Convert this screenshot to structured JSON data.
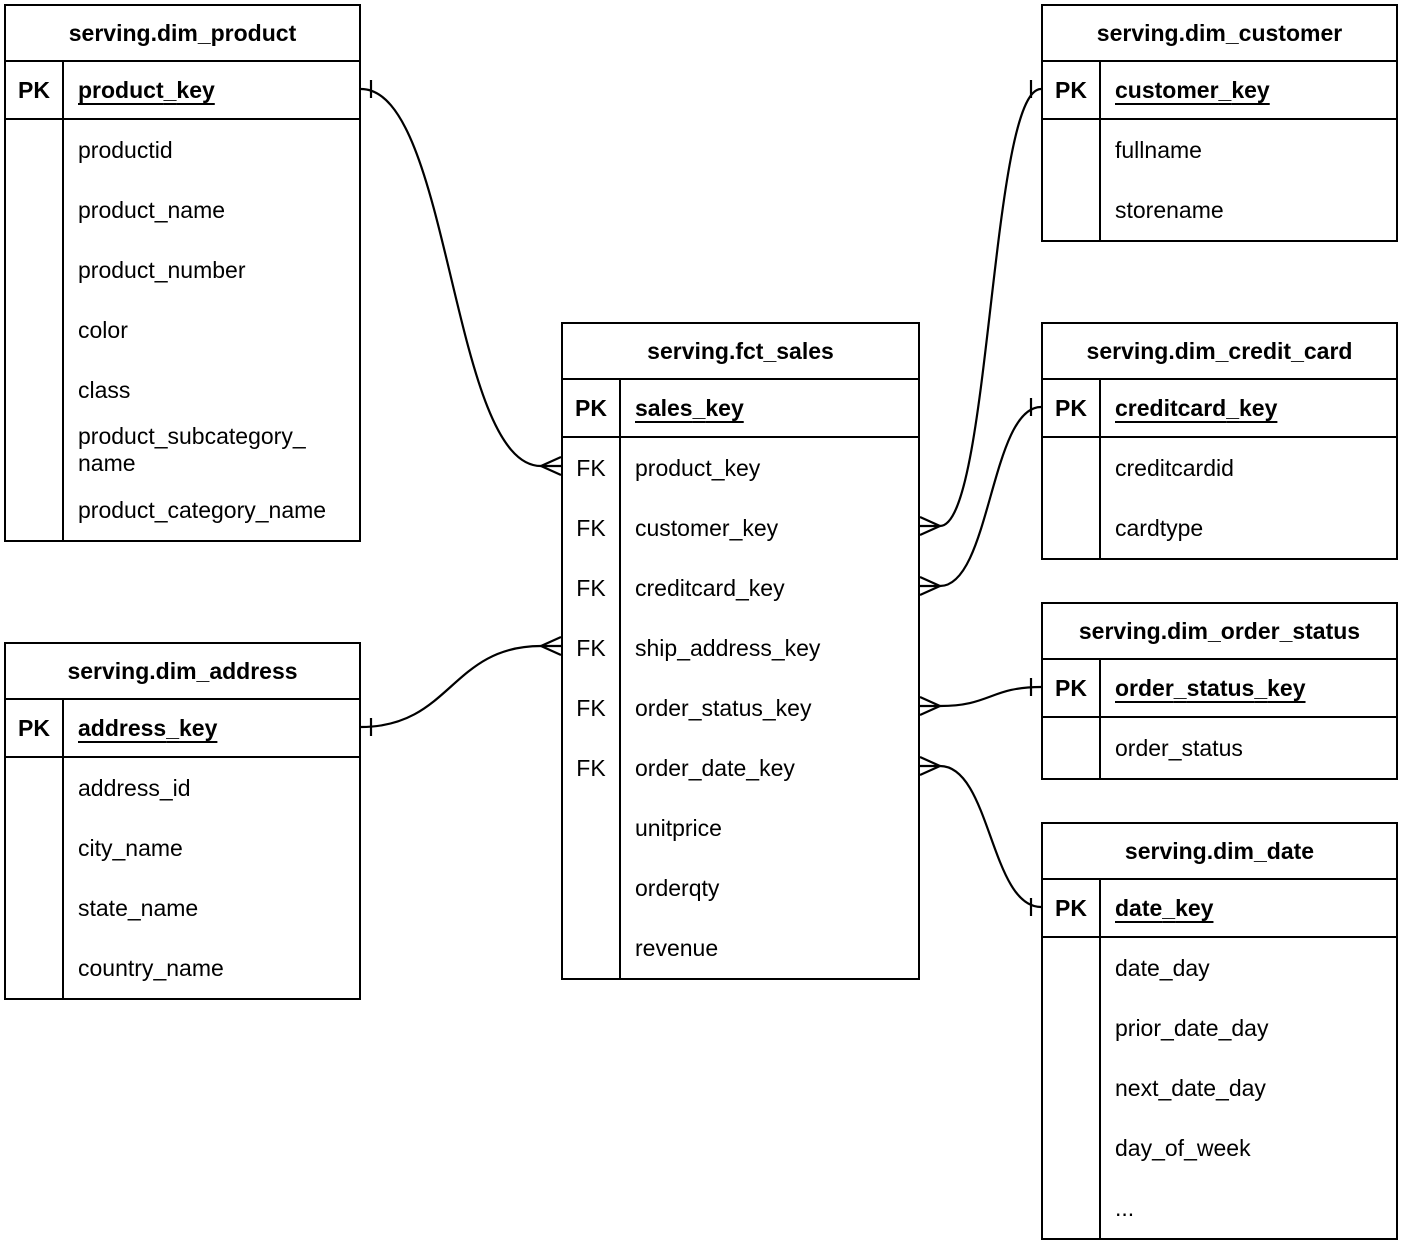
{
  "diagram": {
    "kind": "entity-relationship",
    "notation": "crows-foot",
    "line_color": "#000000",
    "background_color": "#ffffff"
  },
  "tables": [
    {
      "id": "dim_product",
      "title": "serving.dim_product",
      "pk": {
        "badge": "PK",
        "name": "product_key"
      },
      "fields": [
        {
          "badge": "",
          "name": "productid"
        },
        {
          "badge": "",
          "name": "product_name"
        },
        {
          "badge": "",
          "name": "product_number"
        },
        {
          "badge": "",
          "name": "color"
        },
        {
          "badge": "",
          "name": "class"
        },
        {
          "badge": "",
          "name": "product_subcategory_name"
        },
        {
          "badge": "",
          "name": "product_category_name"
        }
      ]
    },
    {
      "id": "dim_customer",
      "title": "serving.dim_customer",
      "pk": {
        "badge": "PK",
        "name": "customer_key"
      },
      "fields": [
        {
          "badge": "",
          "name": "fullname"
        },
        {
          "badge": "",
          "name": "storename"
        }
      ]
    },
    {
      "id": "fct_sales",
      "title": "serving.fct_sales",
      "pk": {
        "badge": "PK",
        "name": "sales_key"
      },
      "fields": [
        {
          "badge": "FK",
          "name": "product_key"
        },
        {
          "badge": "FK",
          "name": "customer_key"
        },
        {
          "badge": "FK",
          "name": "creditcard_key"
        },
        {
          "badge": "FK",
          "name": "ship_address_key"
        },
        {
          "badge": "FK",
          "name": "order_status_key"
        },
        {
          "badge": "FK",
          "name": "order_date_key"
        },
        {
          "badge": "",
          "name": "unitprice"
        },
        {
          "badge": "",
          "name": "orderqty"
        },
        {
          "badge": "",
          "name": "revenue"
        }
      ]
    },
    {
      "id": "dim_credit_card",
      "title": "serving.dim_credit_card",
      "pk": {
        "badge": "PK",
        "name": "creditcard_key"
      },
      "fields": [
        {
          "badge": "",
          "name": "creditcardid"
        },
        {
          "badge": "",
          "name": "cardtype"
        }
      ]
    },
    {
      "id": "dim_order_status",
      "title": "serving.dim_order_status",
      "pk": {
        "badge": "PK",
        "name": "order_status_key"
      },
      "fields": [
        {
          "badge": "",
          "name": "order_status"
        }
      ]
    },
    {
      "id": "dim_date",
      "title": "serving.dim_date",
      "pk": {
        "badge": "PK",
        "name": "date_key"
      },
      "fields": [
        {
          "badge": "",
          "name": "date_day"
        },
        {
          "badge": "",
          "name": "prior_date_day"
        },
        {
          "badge": "",
          "name": "next_date_day"
        },
        {
          "badge": "",
          "name": "day_of_week"
        },
        {
          "badge": "",
          "name": "..."
        }
      ]
    },
    {
      "id": "dim_address",
      "title": "serving.dim_address",
      "pk": {
        "badge": "PK",
        "name": "address_key"
      },
      "fields": [
        {
          "badge": "",
          "name": "address_id"
        },
        {
          "badge": "",
          "name": "city_name"
        },
        {
          "badge": "",
          "name": "state_name"
        },
        {
          "badge": "",
          "name": "country_name"
        }
      ]
    }
  ],
  "relationships": [
    {
      "from_table": "fct_sales",
      "from_field": "product_key",
      "from_cardinality": "many",
      "to_table": "dim_product",
      "to_field": "product_key",
      "to_cardinality": "one"
    },
    {
      "from_table": "fct_sales",
      "from_field": "customer_key",
      "from_cardinality": "many",
      "to_table": "dim_customer",
      "to_field": "customer_key",
      "to_cardinality": "one"
    },
    {
      "from_table": "fct_sales",
      "from_field": "creditcard_key",
      "from_cardinality": "many",
      "to_table": "dim_credit_card",
      "to_field": "creditcard_key",
      "to_cardinality": "one"
    },
    {
      "from_table": "fct_sales",
      "from_field": "ship_address_key",
      "from_cardinality": "many",
      "to_table": "dim_address",
      "to_field": "address_key",
      "to_cardinality": "one"
    },
    {
      "from_table": "fct_sales",
      "from_field": "order_status_key",
      "from_cardinality": "many",
      "to_table": "dim_order_status",
      "to_field": "order_status_key",
      "to_cardinality": "one"
    },
    {
      "from_table": "fct_sales",
      "from_field": "order_date_key",
      "from_cardinality": "many",
      "to_table": "dim_date",
      "to_field": "date_key",
      "to_cardinality": "one"
    }
  ]
}
